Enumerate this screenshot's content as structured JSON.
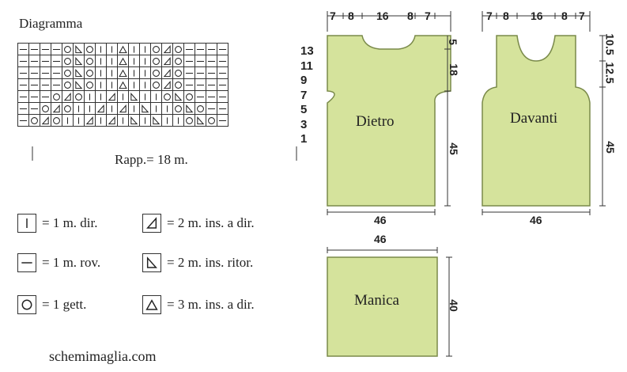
{
  "diagram_title": "Diagramma",
  "chart": {
    "rows": [
      {
        "num": "13",
        "cells": [
          "minus",
          "minus",
          "minus",
          "minus",
          "circle",
          "ritor",
          "circle",
          "bar",
          "bar",
          "tri3",
          "bar",
          "bar",
          "circle",
          "dir",
          "circle",
          "minus",
          "minus",
          "minus",
          "minus"
        ]
      },
      {
        "num": "11",
        "cells": [
          "minus",
          "minus",
          "minus",
          "minus",
          "circle",
          "ritor",
          "circle",
          "bar",
          "bar",
          "tri3",
          "bar",
          "bar",
          "circle",
          "dir",
          "circle",
          "minus",
          "minus",
          "minus",
          "minus"
        ]
      },
      {
        "num": "9",
        "cells": [
          "minus",
          "minus",
          "minus",
          "minus",
          "circle",
          "ritor",
          "circle",
          "bar",
          "bar",
          "tri3",
          "bar",
          "bar",
          "circle",
          "dir",
          "circle",
          "minus",
          "minus",
          "minus",
          "minus"
        ]
      },
      {
        "num": "7",
        "cells": [
          "minus",
          "minus",
          "minus",
          "minus",
          "circle",
          "ritor",
          "circle",
          "bar",
          "bar",
          "tri3",
          "bar",
          "bar",
          "circle",
          "dir",
          "circle",
          "minus",
          "minus",
          "minus",
          "minus"
        ]
      },
      {
        "num": "5",
        "cells": [
          "minus",
          "minus",
          "minus",
          "circle",
          "dir",
          "circle",
          "bar",
          "bar",
          "dir",
          "bar",
          "ritor",
          "bar",
          "bar",
          "circle",
          "ritor",
          "circle",
          "minus",
          "minus",
          "minus"
        ]
      },
      {
        "num": "3",
        "cells": [
          "minus",
          "minus",
          "circle",
          "dir",
          "circle",
          "bar",
          "bar",
          "dir",
          "bar",
          "dir",
          "bar",
          "ritor",
          "bar",
          "bar",
          "circle",
          "ritor",
          "circle",
          "minus",
          "minus"
        ]
      },
      {
        "num": "1",
        "cells": [
          "minus",
          "circle",
          "dir",
          "circle",
          "bar",
          "bar",
          "dir",
          "bar",
          "dir",
          "bar",
          "ritor",
          "bar",
          "ritor",
          "bar",
          "bar",
          "circle",
          "ritor",
          "circle",
          "minus"
        ]
      }
    ],
    "repeat_label": "Rapp.= 18 m."
  },
  "legend": [
    {
      "symbol": "bar",
      "text": "= 1 m. dir."
    },
    {
      "symbol": "dir",
      "text": "= 2 m. ins. a dir."
    },
    {
      "symbol": "minus",
      "text": "= 1 m. rov."
    },
    {
      "symbol": "ritor",
      "text": "= 2 m. ins. ritor."
    },
    {
      "symbol": "circle",
      "text": "= 1 gett."
    },
    {
      "symbol": "tri3",
      "text": "= 3 m. ins. a dir."
    }
  ],
  "pieces": {
    "dietro": {
      "label": "Dietro",
      "top_dims": [
        "7",
        "8",
        "16",
        "8",
        "7"
      ],
      "side_dims": [
        "5",
        "18",
        "45"
      ],
      "width": "46"
    },
    "davanti": {
      "label": "Davanti",
      "top_dims": [
        "7",
        "8",
        "16",
        "8",
        "7"
      ],
      "side_dims": [
        "10.5",
        "12.5",
        "45"
      ],
      "width": "46"
    },
    "manica": {
      "label": "Manica",
      "width": "46",
      "height": "40"
    }
  },
  "colors": {
    "piece_fill": "#d5e39c",
    "piece_stroke": "#7a8a4a",
    "grid_line": "#333333"
  },
  "website": "schemimaglia.com"
}
